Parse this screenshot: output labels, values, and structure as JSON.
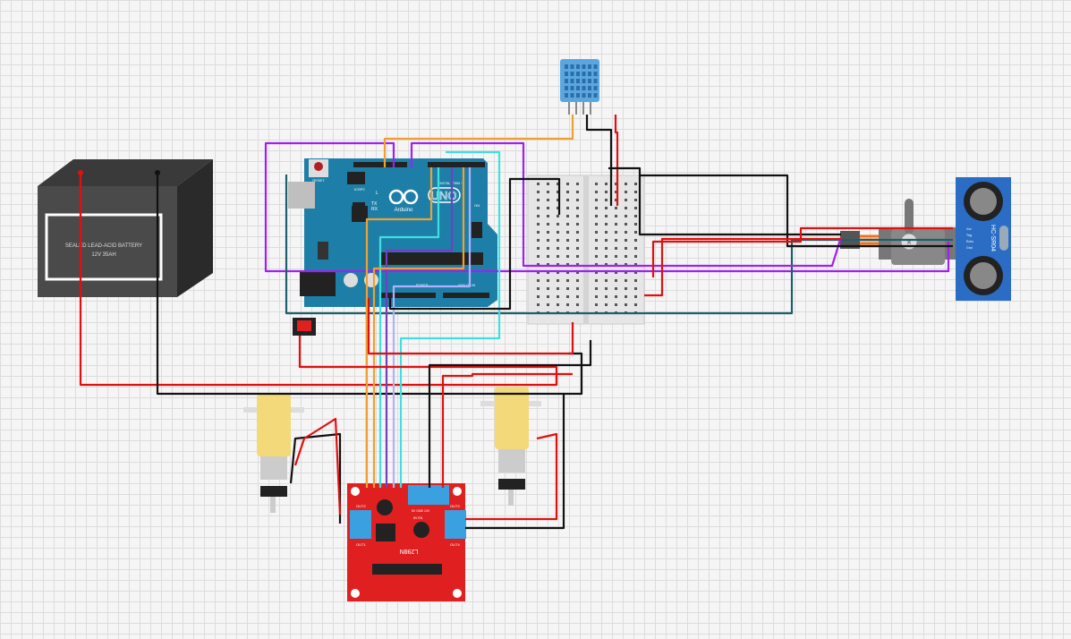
{
  "battery": {
    "label": "SEALED LEAD-ACID BATTERY",
    "rating": "12V 35AH"
  },
  "arduino": {
    "logo": "Arduino",
    "model": "UNO",
    "reset": "RESET",
    "icsp": "ICSP2",
    "icsp2": "ICSP",
    "led_l": "L",
    "led_tx": "TX",
    "led_rx": "RX",
    "led_on": "ON",
    "digital": "DIGITAL (PWM ~)",
    "power": "POWER",
    "analog": "ANALOG IN"
  },
  "ultrasonic": {
    "model": "HC-SR04",
    "pins": [
      "Vcc",
      "Trig",
      "Echo",
      "Gnd"
    ]
  },
  "driver": {
    "model": "L298N",
    "out1": "OUT1",
    "out2": "OUT2",
    "out3": "OUT3",
    "out4": "OUT4",
    "power_labels": "5V GND 12V",
    "enable": "5V EN"
  },
  "colors": {
    "wire_red": "#e01010",
    "wire_black": "#111111",
    "wire_purple": "#a020f0",
    "wire_orange": "#f0a030",
    "wire_cyan": "#40e0e0",
    "wire_teal": "#1f5f6a",
    "arduino_blue": "#1d7fa8",
    "driver_red": "#e02020",
    "sensor_blue": "#2b6cc4"
  }
}
